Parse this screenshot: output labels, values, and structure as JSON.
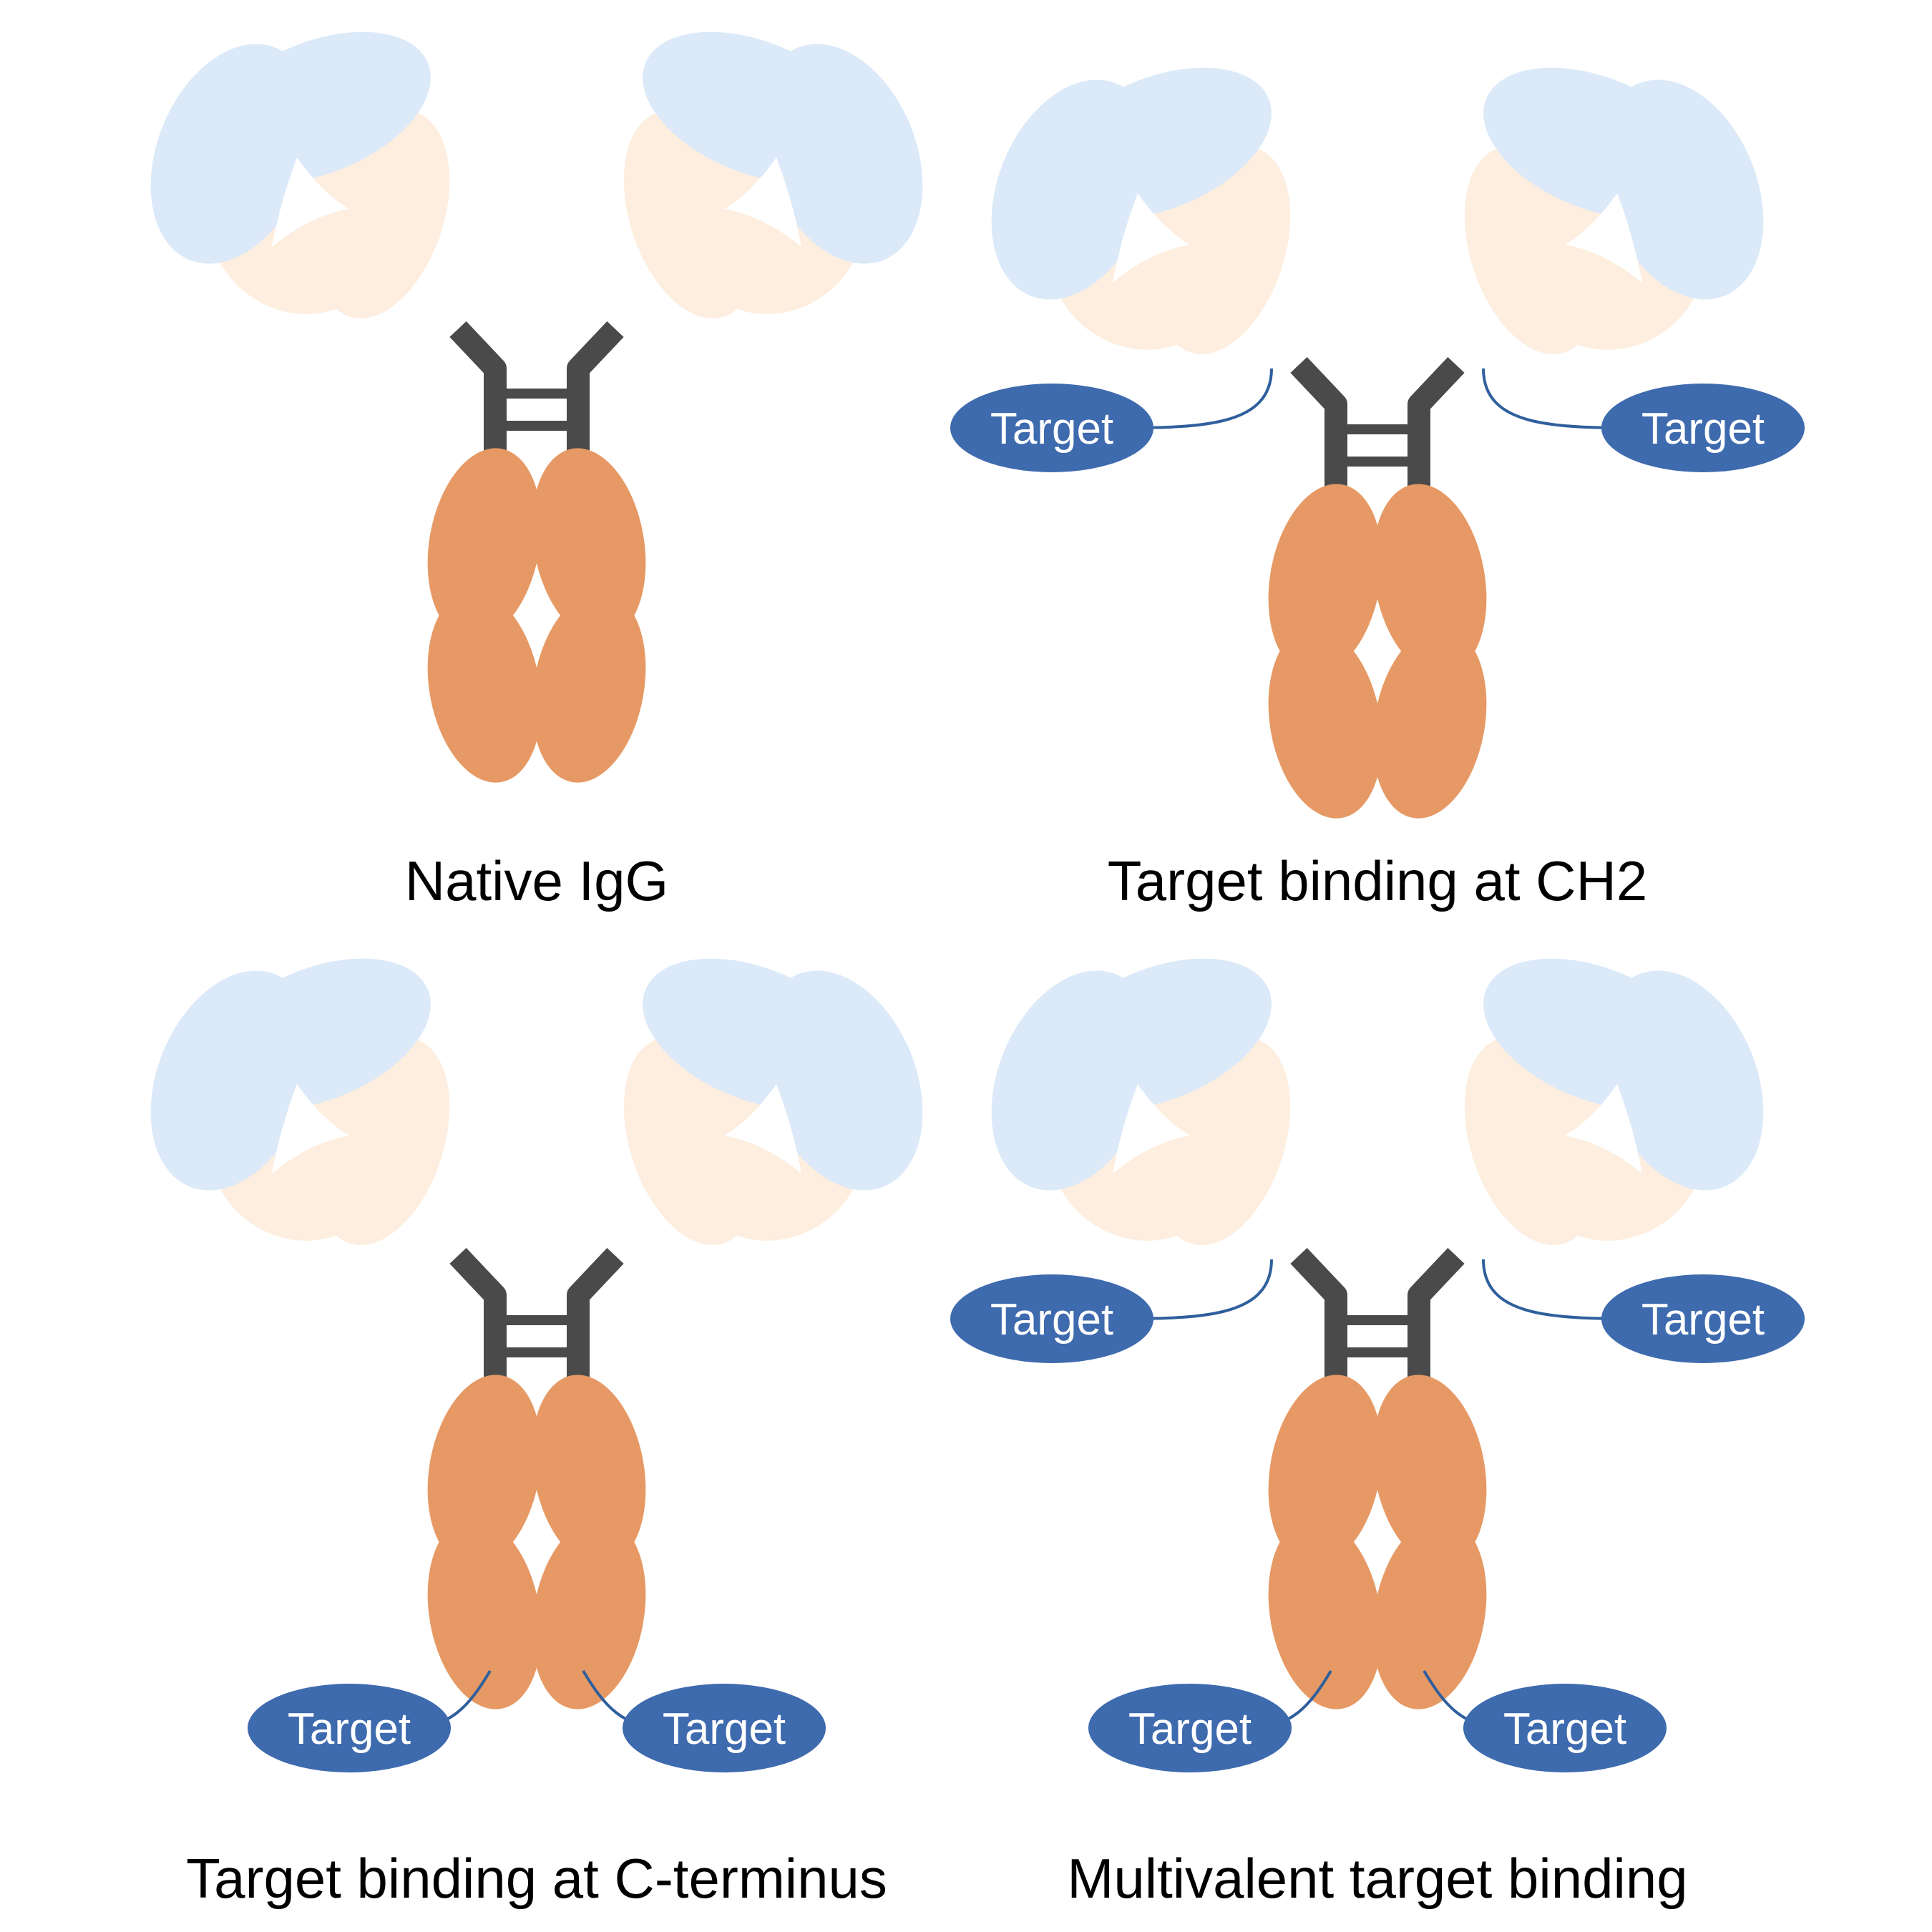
{
  "colors": {
    "variable_domain": "#dbe9f8",
    "constant_domain": "#fdeedf",
    "fc_domain": "#e69964",
    "hinge": "#4a4a4a",
    "target": "#3e6aae",
    "linker": "#2f5f9d",
    "caption_text": "#000000",
    "target_text": "#ffffff"
  },
  "panels": [
    {
      "id": "native-igg",
      "caption": "Native IgG",
      "targets": []
    },
    {
      "id": "ch2",
      "caption": "Target binding at CH2",
      "targets": [
        {
          "label": "Target",
          "site": "ch2-left"
        },
        {
          "label": "Target",
          "site": "ch2-right"
        }
      ]
    },
    {
      "id": "c-terminus",
      "caption": "Target binding at C-terminus",
      "targets": [
        {
          "label": "Target",
          "site": "cterm-left"
        },
        {
          "label": "Target",
          "site": "cterm-right"
        }
      ]
    },
    {
      "id": "multivalent",
      "caption": "Multivalent target binding",
      "targets": [
        {
          "label": "Target",
          "site": "ch2-left"
        },
        {
          "label": "Target",
          "site": "ch2-right"
        },
        {
          "label": "Target",
          "site": "cterm-left"
        },
        {
          "label": "Target",
          "site": "cterm-right"
        }
      ]
    }
  ]
}
